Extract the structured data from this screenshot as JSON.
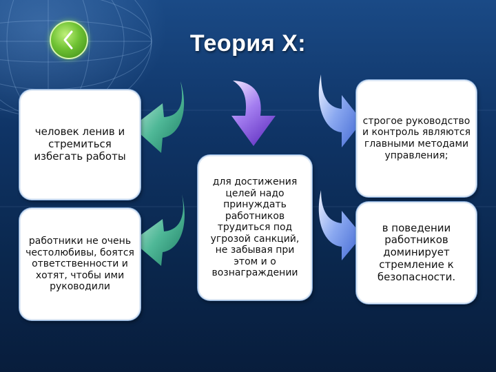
{
  "title": "Теория Х:",
  "boxes": {
    "lazy": "человек ленив и стремиться избегать работы",
    "unambitious": "работники не очень честолюбивы, боятся ответственности и хотят, чтобы ими руководили",
    "center": "для достижения целей надо принуждать работников трудиться под угрозой санкций, не забывая при этом и о вознаграждении",
    "control": "строгое руководство и контроль являются главными методами управления;",
    "security": "в поведении работников доминирует стремление к безопасности."
  },
  "colors": {
    "background": "#0b2a52",
    "box_fill": "#ffffff",
    "arrow_green": "#2f9a7e",
    "arrow_purple": "#8a56d9",
    "arrow_blue": "#6f8fe6",
    "back_button": "#6fc233"
  },
  "icons": {
    "back_button": "chevron-left-icon"
  }
}
